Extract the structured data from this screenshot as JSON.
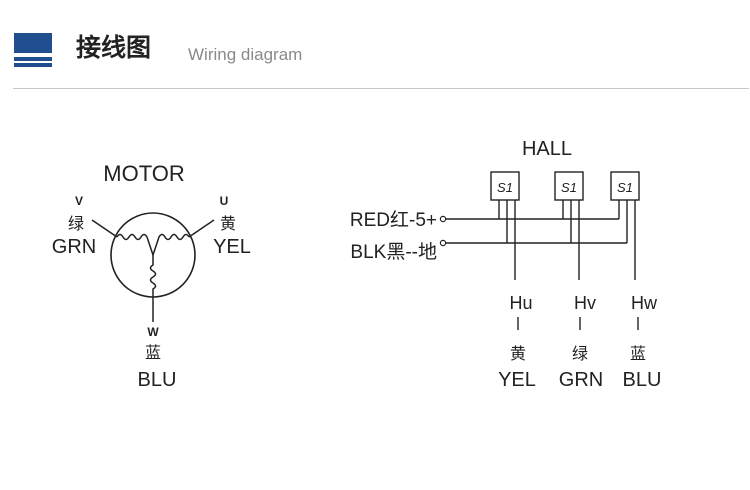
{
  "header": {
    "title_cn": "接线图",
    "title_en": "Wiring diagram",
    "accent_color": "#1f4f8f"
  },
  "motor": {
    "title": "MOTOR",
    "phases": [
      {
        "id": "V",
        "cn": "绿",
        "en": "GRN"
      },
      {
        "id": "U",
        "cn": "黄",
        "en": "YEL"
      },
      {
        "id": "W",
        "cn": "蓝",
        "en": "BLU"
      }
    ]
  },
  "hall": {
    "title": "HALL",
    "sensors": [
      "S1",
      "S1",
      "S1"
    ],
    "power": [
      {
        "label": "RED红-5+"
      },
      {
        "label": "BLK黑--地"
      }
    ],
    "outputs": [
      {
        "name": "Hu",
        "cn": "黄",
        "en": "YEL"
      },
      {
        "name": "Hv",
        "cn": "绿",
        "en": "GRN"
      },
      {
        "name": "Hw",
        "cn": "蓝",
        "en": "BLU"
      }
    ]
  }
}
